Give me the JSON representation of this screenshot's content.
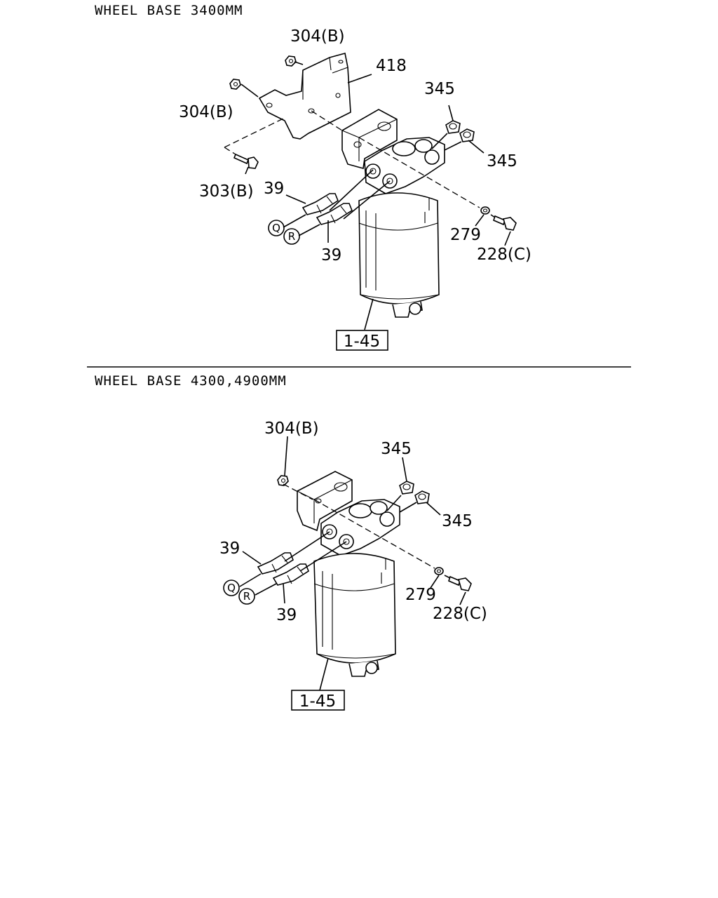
{
  "sections": [
    {
      "header": "WHEEL BASE 3400MM",
      "labels": {
        "bracket_nut": "304(B)",
        "bracket": "418",
        "side_nut": "304(B)",
        "bolt": "303(B)",
        "plug_top": "345",
        "plug_right": "345",
        "fitting_upper": "39",
        "fitting_lower": "39",
        "washer": "279",
        "eye_bolt": "228(C)",
        "ref_box": "1-45",
        "circle_q": "Q",
        "circle_r": "R"
      }
    },
    {
      "header": "WHEEL BASE 4300,4900MM",
      "labels": {
        "nut": "304(B)",
        "plug_top": "345",
        "plug_right": "345",
        "fitting_upper": "39",
        "fitting_lower": "39",
        "washer": "279",
        "eye_bolt": "228(C)",
        "ref_box": "1-45",
        "circle_q": "Q",
        "circle_r": "R"
      }
    }
  ]
}
